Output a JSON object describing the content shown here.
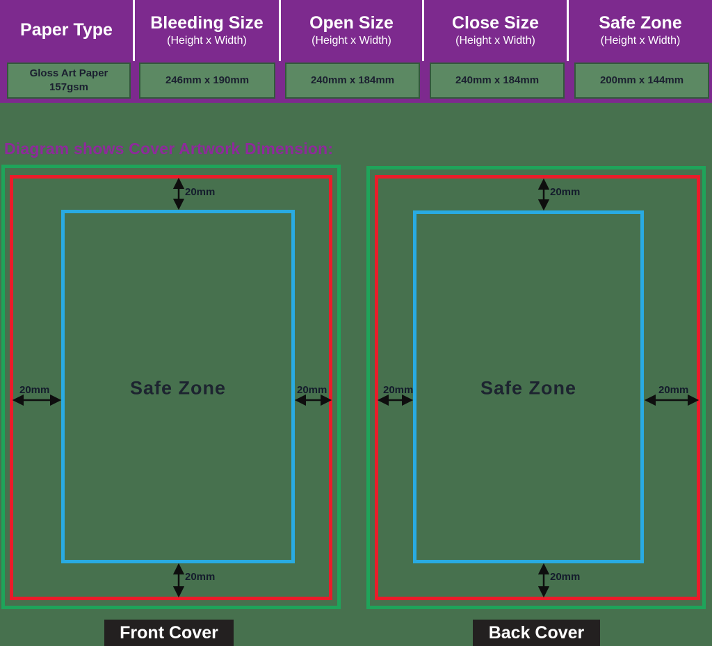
{
  "table": {
    "columns": [
      {
        "title": "Paper Type",
        "subtitle": "",
        "value": "Gloss Art Paper\n157gsm"
      },
      {
        "title": "Bleeding Size",
        "subtitle": "(Height x Width)",
        "value": "246mm x 190mm"
      },
      {
        "title": "Open Size",
        "subtitle": "(Height x Width)",
        "value": "240mm x 184mm"
      },
      {
        "title": "Close Size",
        "subtitle": "(Height x Width)",
        "value": "240mm x 184mm"
      },
      {
        "title": "Safe Zone",
        "subtitle": "(Height x Width)",
        "value": "200mm x 144mm"
      }
    ]
  },
  "heading": "Diagram shows Cover Artwork Dimension:",
  "diagrams": [
    {
      "caption": "Front Cover",
      "center_label": "Safe Zone",
      "margins": {
        "top": "20mm",
        "bottom": "20mm",
        "left": "20mm",
        "right": "20mm"
      }
    },
    {
      "caption": "Back Cover",
      "center_label": "Safe Zone",
      "margins": {
        "top": "20mm",
        "bottom": "20mm",
        "left": "20mm",
        "right": "20mm"
      }
    }
  ],
  "colors": {
    "background": "#47714E",
    "header_purple": "#7D2A8E",
    "cell_green": "#5C8963",
    "bleed_line_green": "#1FA45A",
    "trim_line_red": "#EA1C2A",
    "safe_line_blue": "#29ABE2",
    "heading_purple": "#8E2A9B",
    "caption_black": "#232020"
  }
}
